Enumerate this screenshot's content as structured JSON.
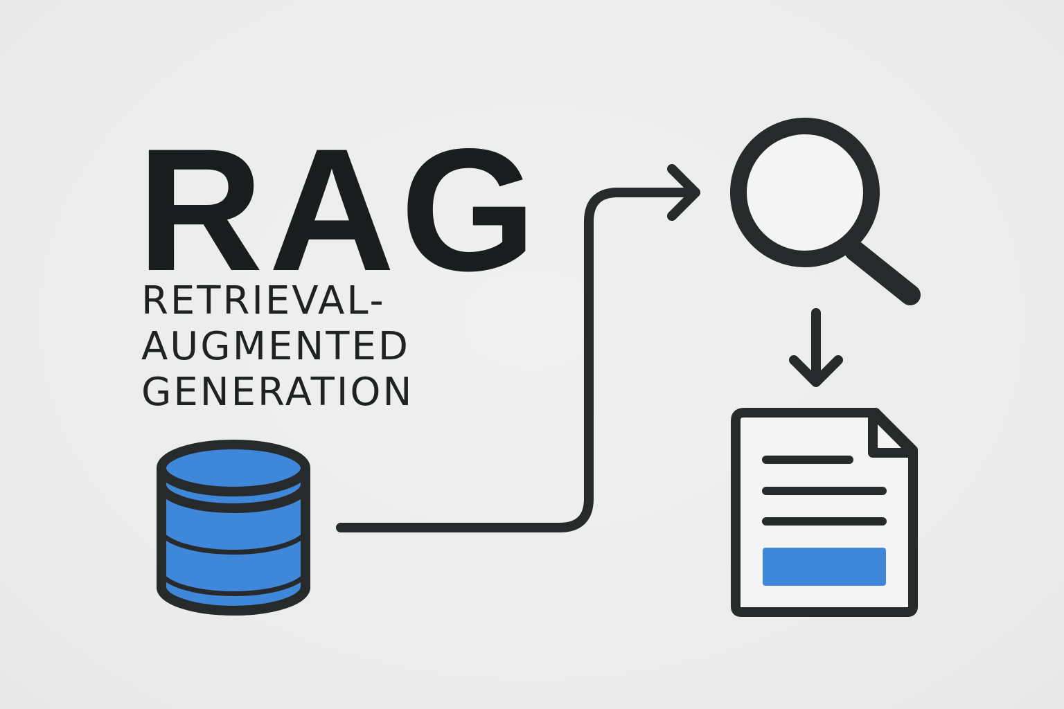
{
  "title": {
    "abbreviation": "RAG",
    "lines": [
      "RETRIEVAL-",
      "AUGMENTED",
      "GENERATION"
    ]
  },
  "icons": {
    "database": "database-icon",
    "search": "magnifying-glass-icon",
    "document": "document-icon",
    "flow_arrow": "curved-arrow-icon",
    "down_arrow": "arrow-down-icon"
  },
  "colors": {
    "background": "#ededed",
    "ink": "#262a2b",
    "accent": "#3e87d9",
    "paper": "#f4f4f4"
  }
}
